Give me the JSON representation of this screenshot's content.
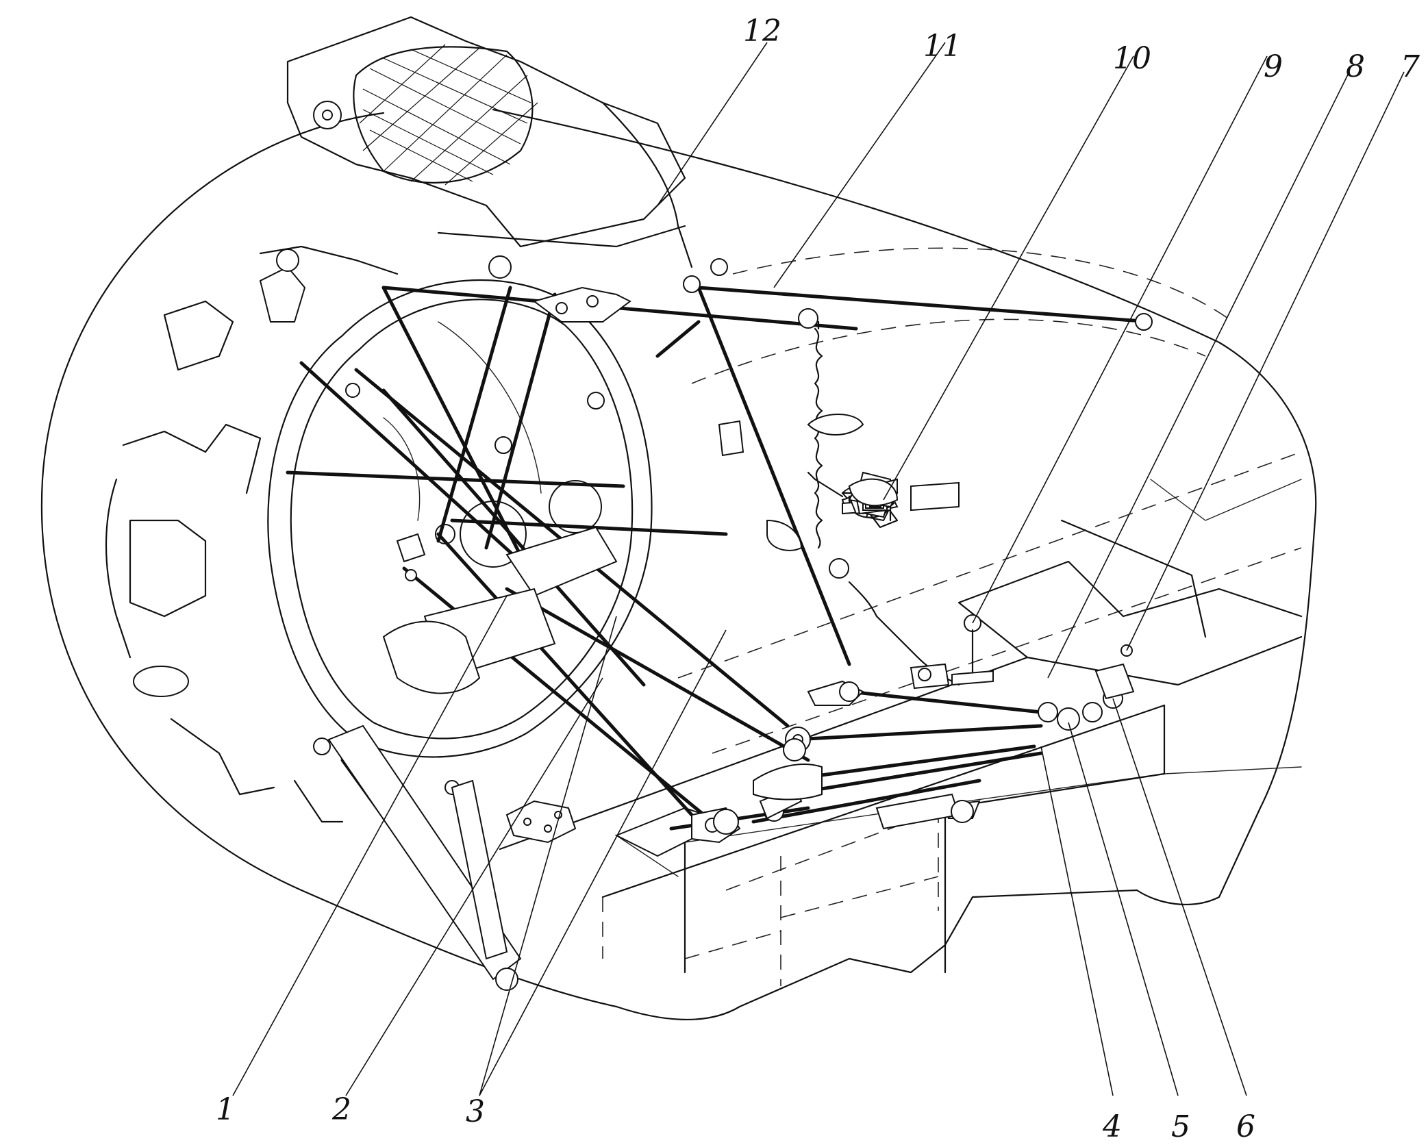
{
  "figure": {
    "callouts": [
      {
        "id": "c1",
        "label": "1"
      },
      {
        "id": "c2",
        "label": "2"
      },
      {
        "id": "c3",
        "label": "3"
      },
      {
        "id": "c4",
        "label": "4"
      },
      {
        "id": "c5",
        "label": "5"
      },
      {
        "id": "c6",
        "label": "6"
      },
      {
        "id": "c7",
        "label": "7"
      },
      {
        "id": "c8",
        "label": "8"
      },
      {
        "id": "c9",
        "label": "9"
      },
      {
        "id": "c10",
        "label": "10"
      },
      {
        "id": "c11",
        "label": "11"
      },
      {
        "id": "c12",
        "label": "12"
      }
    ],
    "line_color": "#111111",
    "background": "#ffffff"
  }
}
